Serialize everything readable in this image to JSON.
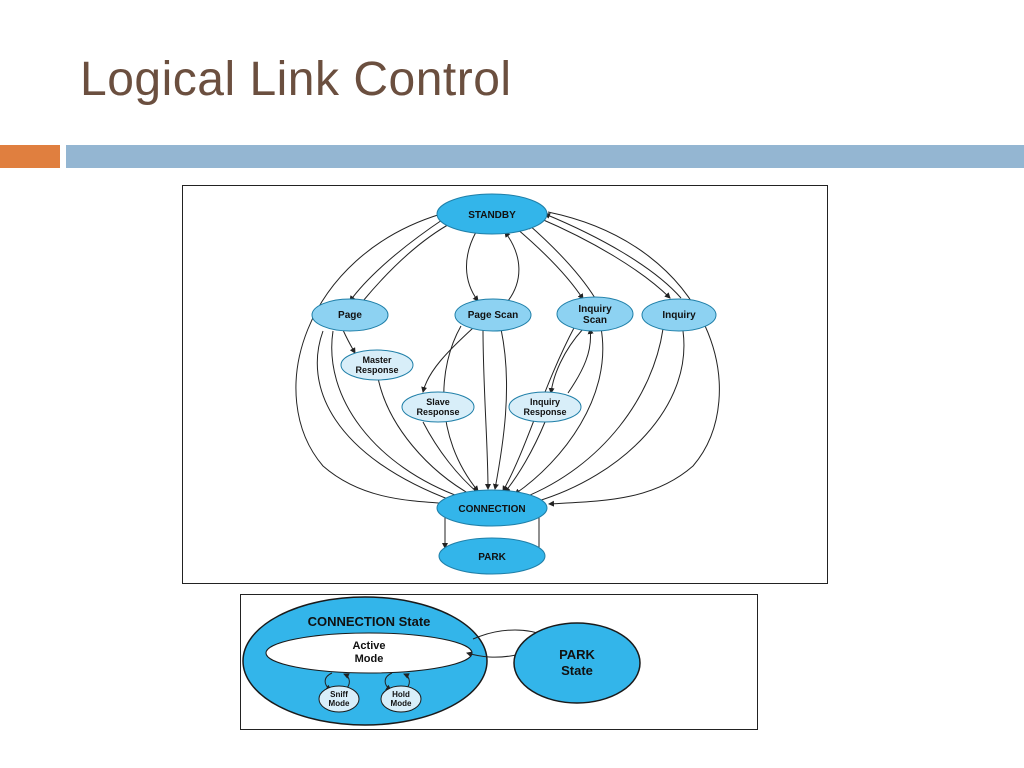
{
  "slide": {
    "title": "Logical Link Control"
  },
  "colors": {
    "title_text": "#6b4f3f",
    "accent_bar": "#e07f3f",
    "main_bar": "#94b6d2",
    "node_dark": "#33b5ea",
    "node_mid": "#8dd2f2",
    "node_light": "#d8eef9"
  },
  "state_diagram": {
    "nodes": {
      "standby": "STANDBY",
      "page": "Page",
      "page_scan_line1": "Page Scan",
      "inquiry_scan_line1": "Inquiry",
      "inquiry_scan_line2": "Scan",
      "inquiry": "Inquiry",
      "master_response_line1": "Master",
      "master_response_line2": "Response",
      "slave_response_line1": "Slave",
      "slave_response_line2": "Response",
      "inquiry_response_line1": "Inquiry",
      "inquiry_response_line2": "Response",
      "connection": "CONNECTION",
      "park": "PARK"
    }
  },
  "connection_diagram": {
    "connection_state": "CONNECTION State",
    "active_mode_line1": "Active",
    "active_mode_line2": "Mode",
    "sniff_mode_line1": "Sniff",
    "sniff_mode_line2": "Mode",
    "hold_mode_line1": "Hold",
    "hold_mode_line2": "Mode",
    "park_state_line1": "PARK",
    "park_state_line2": "State"
  }
}
